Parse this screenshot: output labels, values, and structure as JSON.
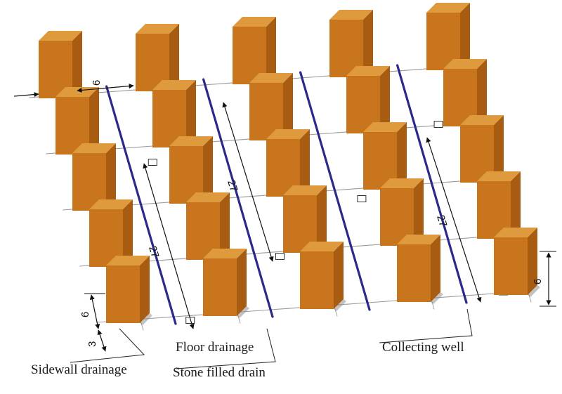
{
  "labels": {
    "sidewall_drainage": "Sidewall drainage",
    "floor_drainage": "Floor drainage",
    "stone_filled_drain": "Stone filled drain",
    "collecting_well": "Collecting well"
  },
  "dimensions": {
    "top_spacing": "6",
    "drain_length_left": "27",
    "drain_length_middle": "27",
    "drain_length_right": "27",
    "pillar_height_right": "6",
    "pillar_depth_left": "6",
    "pillar_width_left": "3"
  },
  "colors": {
    "pillar_front": "#c8751e",
    "pillar_side": "#a85c12",
    "pillar_top": "#e09a3e",
    "drain": "#2b2a8c",
    "grid": "#9a9a9a"
  }
}
